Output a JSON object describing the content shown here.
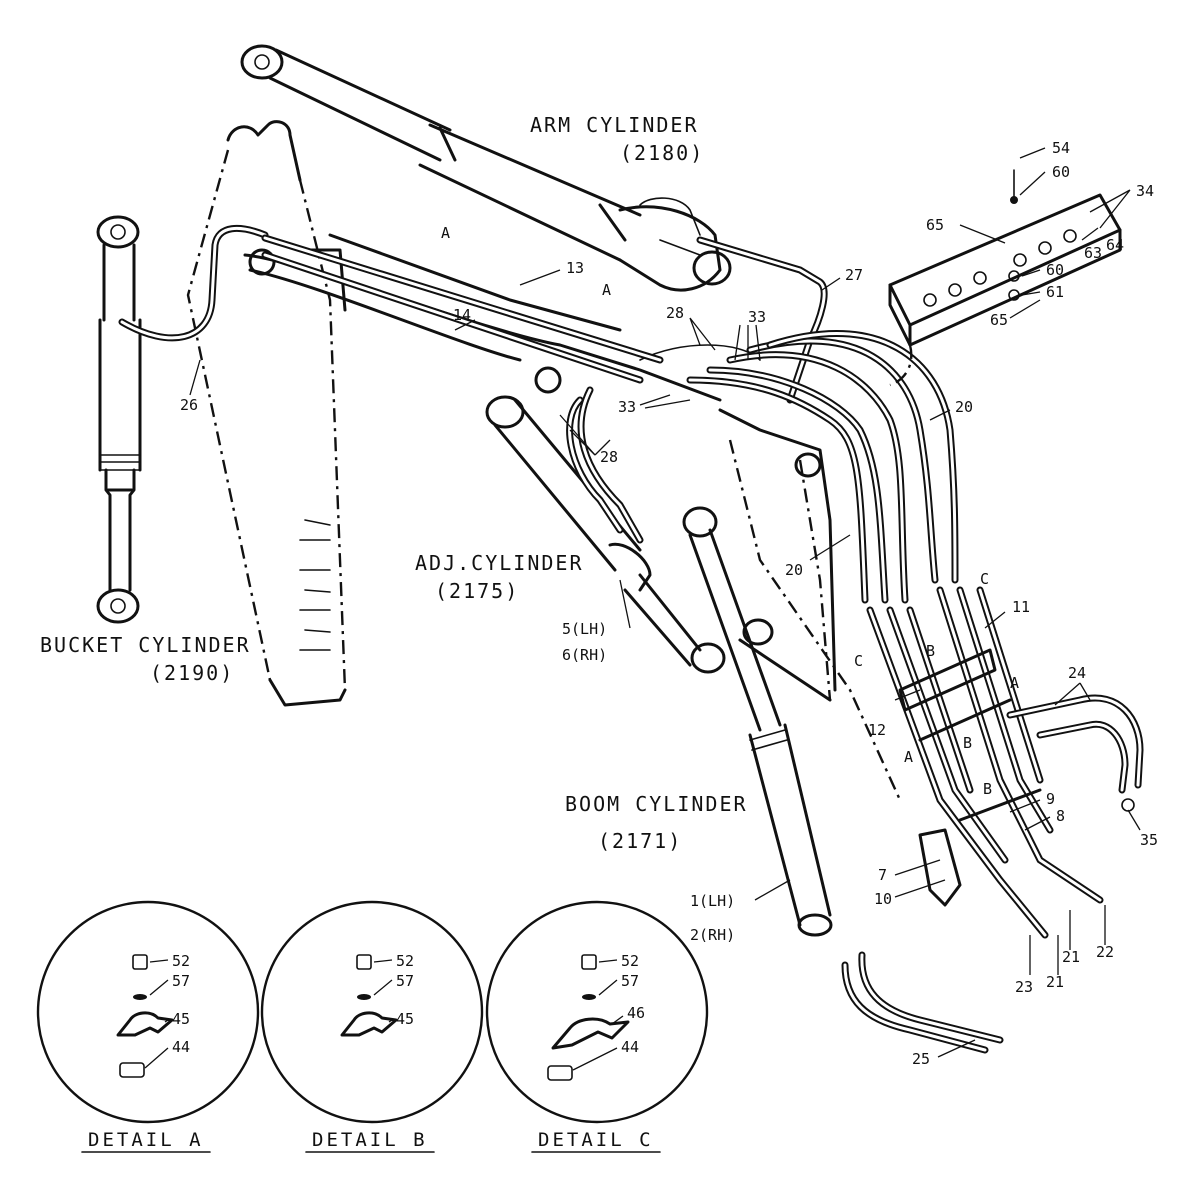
{
  "title_labels": {
    "arm_cylinder": "ARM CYLINDER",
    "arm_cylinder_code": "(2180)",
    "bucket_cylinder": "BUCKET CYLINDER",
    "bucket_cylinder_code": "(2190)",
    "adj_cylinder": "ADJ.CYLINDER",
    "adj_cylinder_code": "(2175)",
    "boom_cylinder": "BOOM CYLINDER",
    "boom_cylinder_code": "(2171)"
  },
  "callouts": {
    "n54": "54",
    "n60a": "60",
    "n34": "34",
    "n65a": "65",
    "n63": "63",
    "n64": "64",
    "n60b": "60",
    "n61": "61",
    "n65b": "65",
    "n13": "13",
    "n14": "14",
    "n27": "27",
    "n28a": "28",
    "n33a": "33",
    "n33b": "33",
    "n28b": "28",
    "n20a": "20",
    "n20b": "20",
    "n26": "26",
    "n11": "11",
    "n12": "12",
    "n24": "24",
    "n35": "35",
    "n9": "9",
    "n8": "8",
    "n7": "7",
    "n10": "10",
    "n21a": "21",
    "n22": "22",
    "n23": "23",
    "n21b": "21",
    "n25": "25",
    "n5lh": "5(LH)",
    "n6rh": "6(RH)",
    "n1lh": "1(LH)",
    "n2rh": "2(RH)",
    "lA1": "A",
    "lA2": "A",
    "lA3": "A",
    "lA4": "A",
    "lB1": "B",
    "lB2": "B",
    "lB3": "B",
    "lC1": "C",
    "lC2": "C"
  },
  "details": [
    {
      "title": "DETAIL A",
      "bolt": "52",
      "washer": "57",
      "clamp": "45",
      "spacer": "44"
    },
    {
      "title": "DETAIL B",
      "bolt": "52",
      "washer": "57",
      "clamp": "45"
    },
    {
      "title": "DETAIL C",
      "bolt": "52",
      "washer": "57",
      "clamp": "46",
      "spacer": "44"
    }
  ]
}
